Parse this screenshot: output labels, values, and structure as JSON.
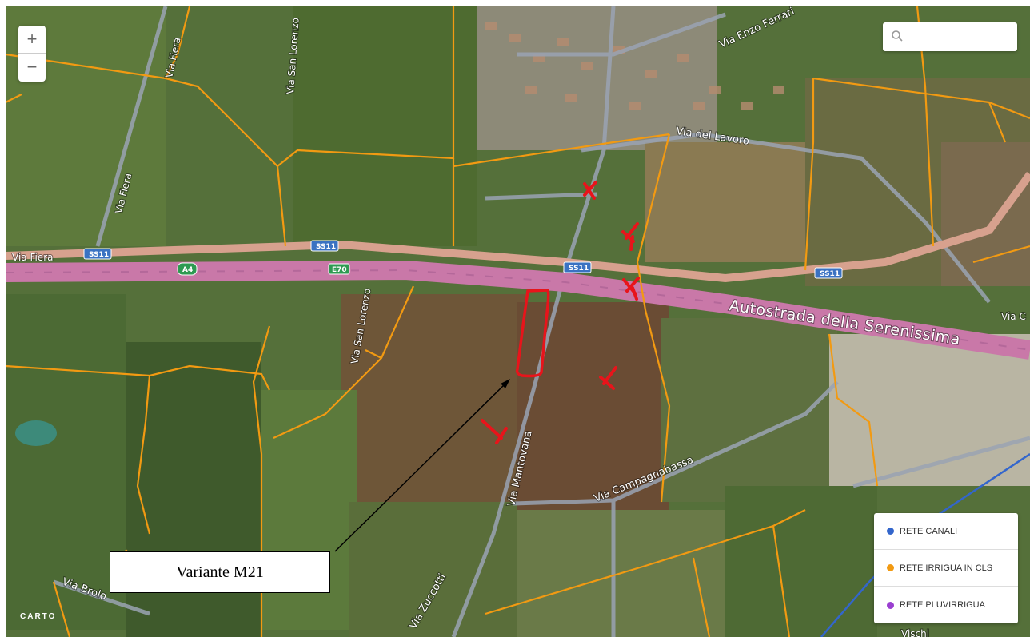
{
  "map": {
    "zoom_in": "+",
    "zoom_out": "−",
    "search": {
      "placeholder": "",
      "icon": "search-icon"
    },
    "attribution": "CARTO",
    "roads": {
      "via_fiera_top": "Via Fiera",
      "via_san_lorenzo_top": "Via San Lorenzo",
      "via_enzo_ferrari": "Via Enzo Ferrari",
      "via_del_lavoro": "Via del Lavoro",
      "via_fiera_left": "Via Fiera",
      "ss11_a": "SS11",
      "a4": "A4",
      "e70": "E70",
      "ss11_b": "SS11",
      "ss11_c": "SS11",
      "autostrada": "Autostrada della Serenissima",
      "via_san_lorenzo_bottom": "Via San Lorenzo",
      "via_mantovana": "Via Mantovana",
      "via_campagnabassa": "Via Campagnabassa",
      "via_zuccotti": "Via Zuccotti",
      "via_brolo": "Via Brolo",
      "via_partial_right": "Via C",
      "via_partial_bottom": "Vischi"
    },
    "legend": [
      {
        "label": "RETE CANALI",
        "color": "#3366cc"
      },
      {
        "label": "RETE IRRIGUA IN CLS",
        "color": "#f29a12"
      },
      {
        "label": "RETE PLUVIRRIGUA",
        "color": "#9b3fd1"
      }
    ],
    "callout": "Variante M21",
    "colors": {
      "network": "#f29a12",
      "highway": "#c978a8",
      "state_road": "#d7a18e",
      "marker": "#e8141b",
      "canal": "#3366cc"
    }
  }
}
